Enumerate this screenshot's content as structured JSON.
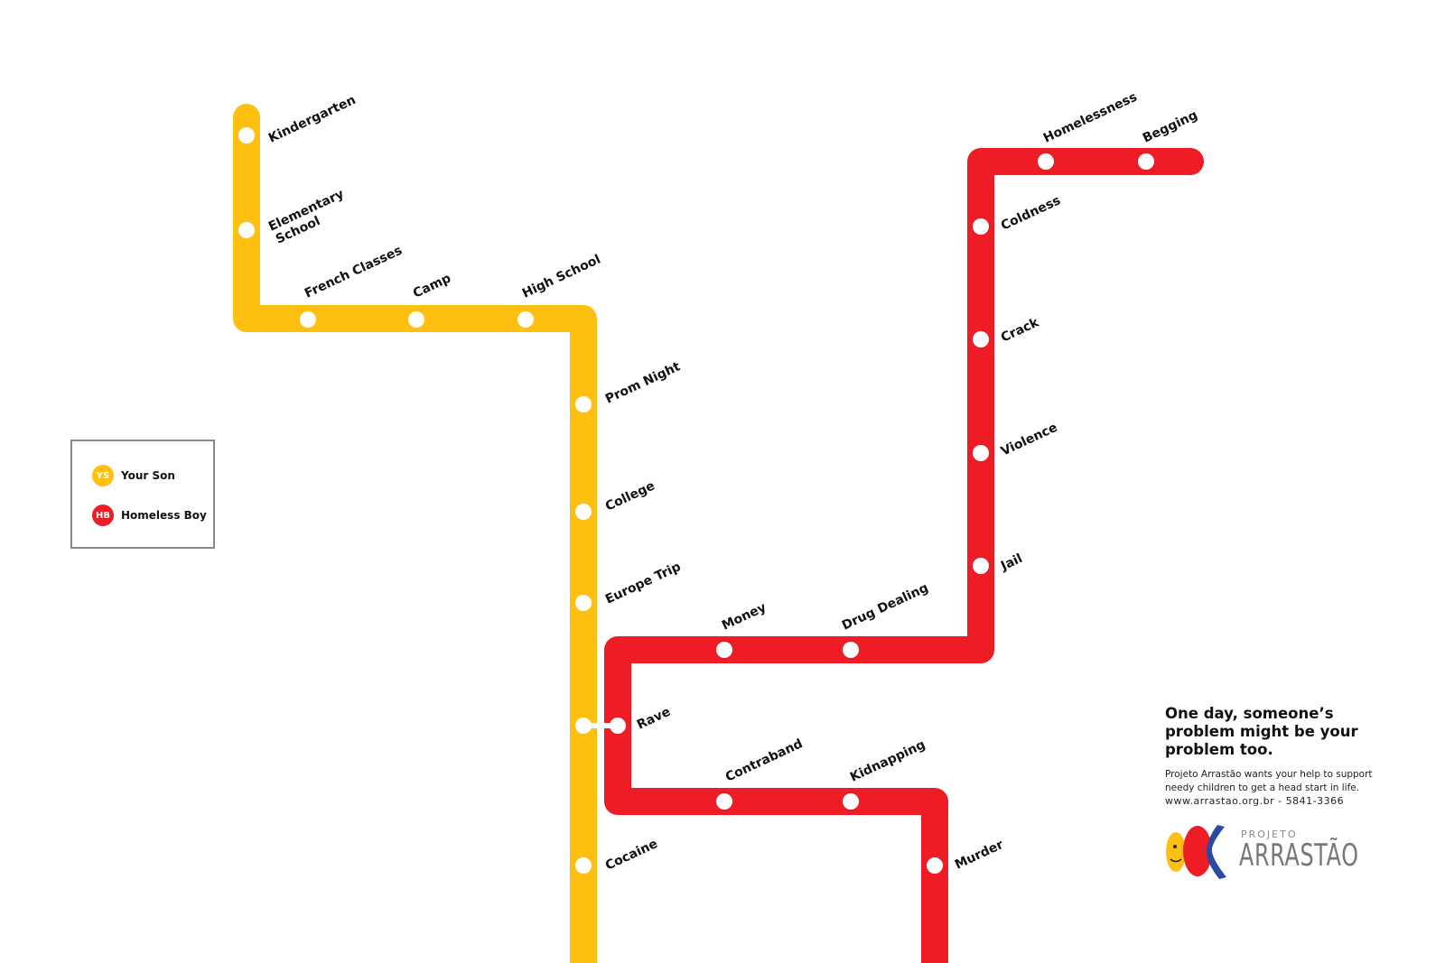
{
  "colors": {
    "your_son": "#FDC010",
    "homeless_boy": "#EE1C25"
  },
  "legend": {
    "your_son": {
      "abbr": "YS",
      "label": "Your Son"
    },
    "homeless_boy": {
      "abbr": "HB",
      "label": "Homeless Boy"
    }
  },
  "yellow_stations": [
    "Kindergarten",
    "Elementary",
    "School",
    "French Classes",
    "Camp",
    "High School",
    "Prom Night",
    "College",
    "Europe Trip",
    "Cocaine"
  ],
  "red_stations": [
    "Homelessness",
    "Begging",
    "Coldness",
    "Crack",
    "Violence",
    "Jail",
    "Money",
    "Drug Dealing",
    "Rave",
    "Contraband",
    "Kidnapping",
    "Murder"
  ],
  "copy": {
    "headline": "One day, someone’s problem might be your problem too.",
    "body": "Projeto Arrastão wants your help to support needy children to get a head start in life.",
    "contact": "www.arrastao.org.br - 5841-3366"
  },
  "logo": {
    "small": "PROJETO",
    "big": "ARRASTÃO"
  }
}
